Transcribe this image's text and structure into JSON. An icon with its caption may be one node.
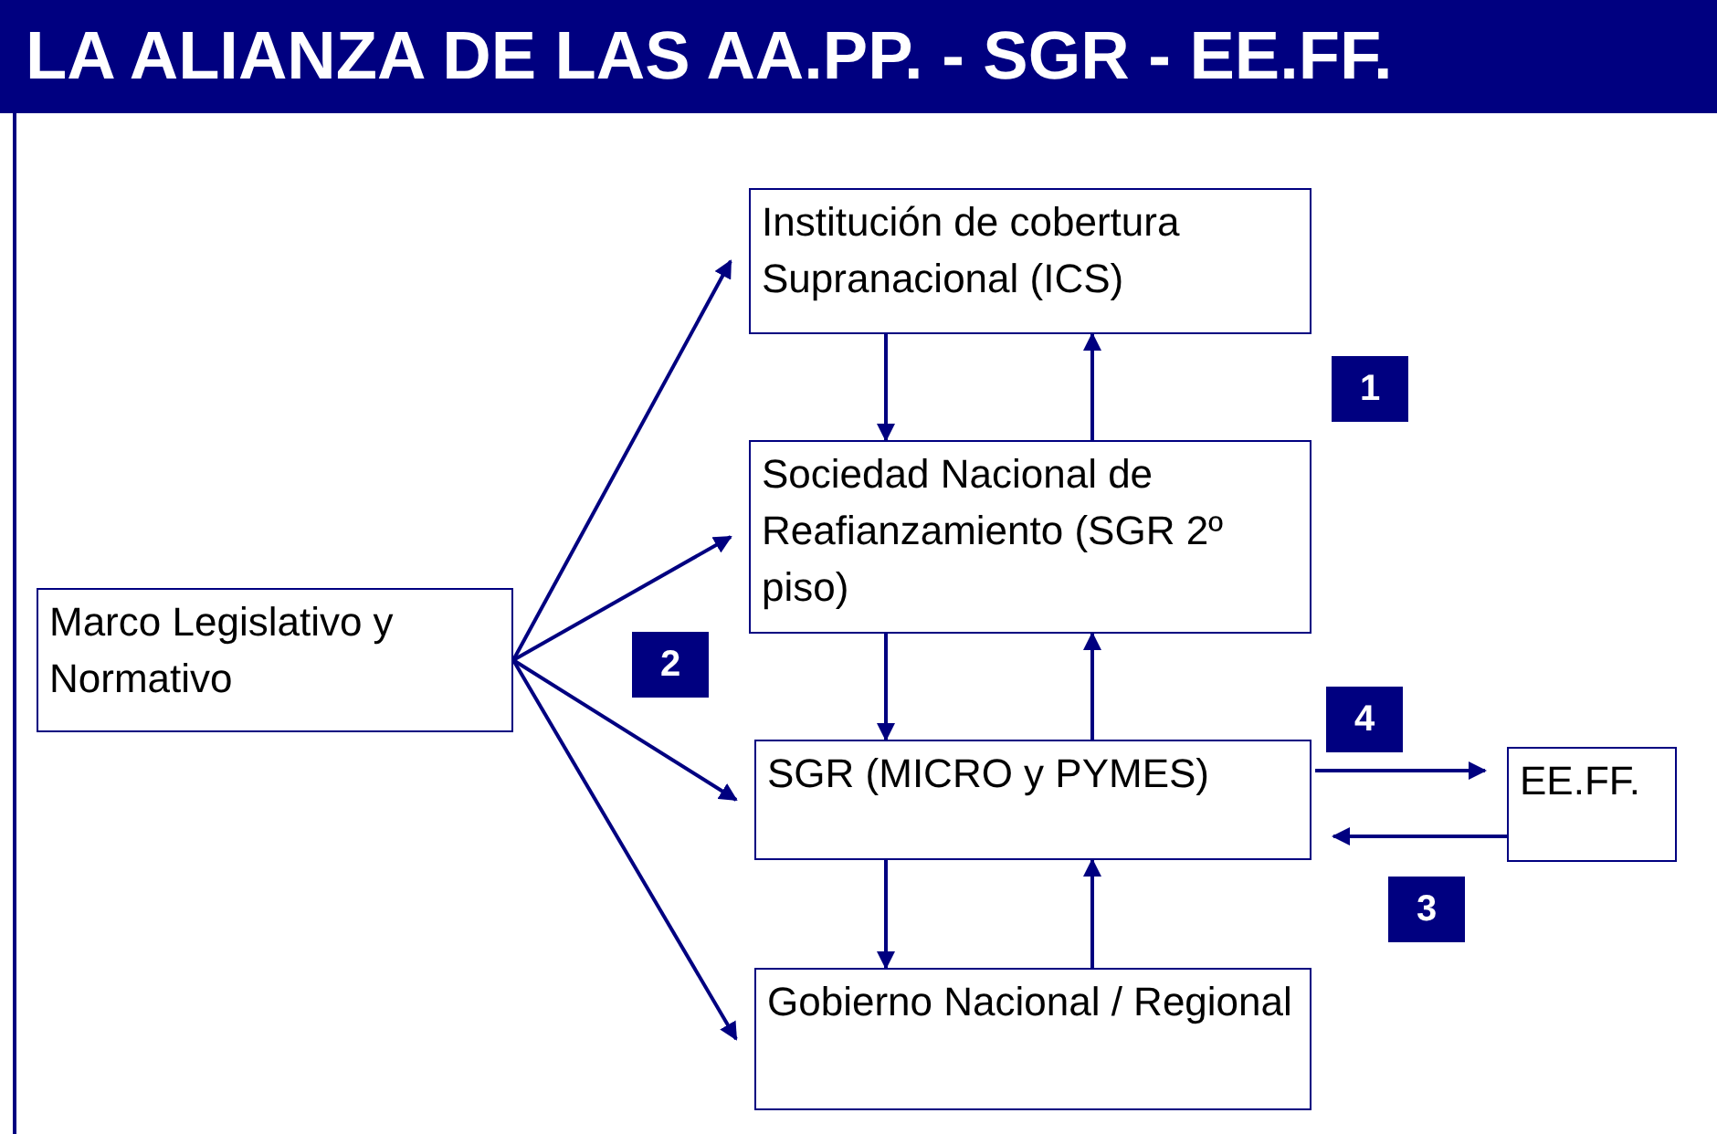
{
  "diagram": {
    "title": "LA ALIANZA DE LAS AA.PP. - SGR - EE.FF.",
    "nodes": [
      {
        "text": [
          "Institución de cobertura Supranacional (ICS)"
        ]
      },
      {
        "text": [
          "Sociedad Nacional de Reafianzamiento (SGR 2º piso)"
        ]
      },
      {
        "text": [
          "Marco Legislativo y Normativo"
        ]
      },
      {
        "text": [
          "SGR (MICRO y PYMES)"
        ]
      },
      {
        "text": [
          "EE.FF."
        ]
      },
      {
        "text": [
          "Gobierno Nacional / Regional"
        ]
      }
    ],
    "edges": [
      {
        "from": 2,
        "to": 0,
        "arrow": "to"
      },
      {
        "from": 2,
        "to": 1,
        "arrow": "to"
      },
      {
        "from": 2,
        "to": 3,
        "arrow": "to"
      },
      {
        "from": 2,
        "to": 5,
        "arrow": "to"
      },
      {
        "from": 0,
        "to": 1,
        "arrow": "to"
      },
      {
        "from": 1,
        "to": 0,
        "arrow": "to"
      },
      {
        "from": 1,
        "to": 3,
        "arrow": "to"
      },
      {
        "from": 3,
        "to": 1,
        "arrow": "to"
      },
      {
        "from": 3,
        "to": 5,
        "arrow": "to"
      },
      {
        "from": 5,
        "to": 3,
        "arrow": "to"
      },
      {
        "from": 3,
        "to": 4,
        "arrow": "to"
      },
      {
        "from": 4,
        "to": 3,
        "arrow": "to"
      }
    ],
    "labels": [
      "1",
      "2",
      "4",
      "3"
    ]
  }
}
